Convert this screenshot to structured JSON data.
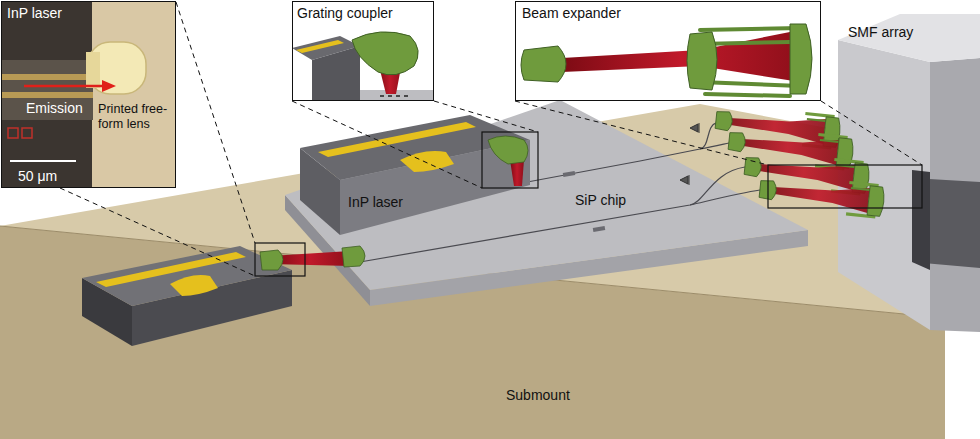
{
  "diagram": {
    "nodes": [
      {
        "text": [
          "InP laser",
          "Emission",
          "Printed free-form lens",
          "50 μm"
        ]
      },
      {
        "text": [
          "Grating coupler"
        ]
      },
      {
        "text": [
          "Beam expander"
        ]
      }
    ],
    "labels": [
      "InP laser",
      "SiP chip",
      "SMF array",
      "Submount"
    ]
  }
}
